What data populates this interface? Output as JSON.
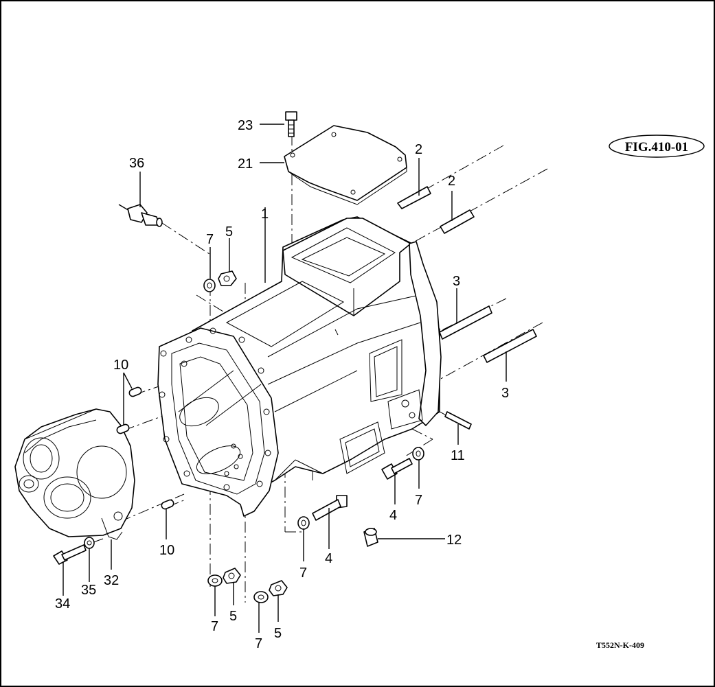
{
  "figure_id": "FIG.410-01",
  "drawing_code": "T552N-K-409",
  "callouts": [
    {
      "id": "c23a",
      "text": "23"
    },
    {
      "id": "c21",
      "text": "21"
    },
    {
      "id": "c36",
      "text": "36"
    },
    {
      "id": "c2a",
      "text": "2"
    },
    {
      "id": "c2b",
      "text": "2"
    },
    {
      "id": "c1",
      "text": "1"
    },
    {
      "id": "c5a",
      "text": "5"
    },
    {
      "id": "c7a",
      "text": "7"
    },
    {
      "id": "c3a",
      "text": "3"
    },
    {
      "id": "c3b",
      "text": "3"
    },
    {
      "id": "c10a",
      "text": "10"
    },
    {
      "id": "c10b",
      "text": "10"
    },
    {
      "id": "c11",
      "text": "11"
    },
    {
      "id": "c4a",
      "text": "4"
    },
    {
      "id": "c7b",
      "text": "7"
    },
    {
      "id": "c12",
      "text": "12"
    },
    {
      "id": "c4b",
      "text": "4"
    },
    {
      "id": "c7c",
      "text": "7"
    },
    {
      "id": "c34",
      "text": "34"
    },
    {
      "id": "c35",
      "text": "35"
    },
    {
      "id": "c32",
      "text": "32"
    },
    {
      "id": "c7d",
      "text": "7"
    },
    {
      "id": "c5b",
      "text": "5"
    },
    {
      "id": "c7e",
      "text": "7"
    },
    {
      "id": "c5c",
      "text": "5"
    }
  ]
}
